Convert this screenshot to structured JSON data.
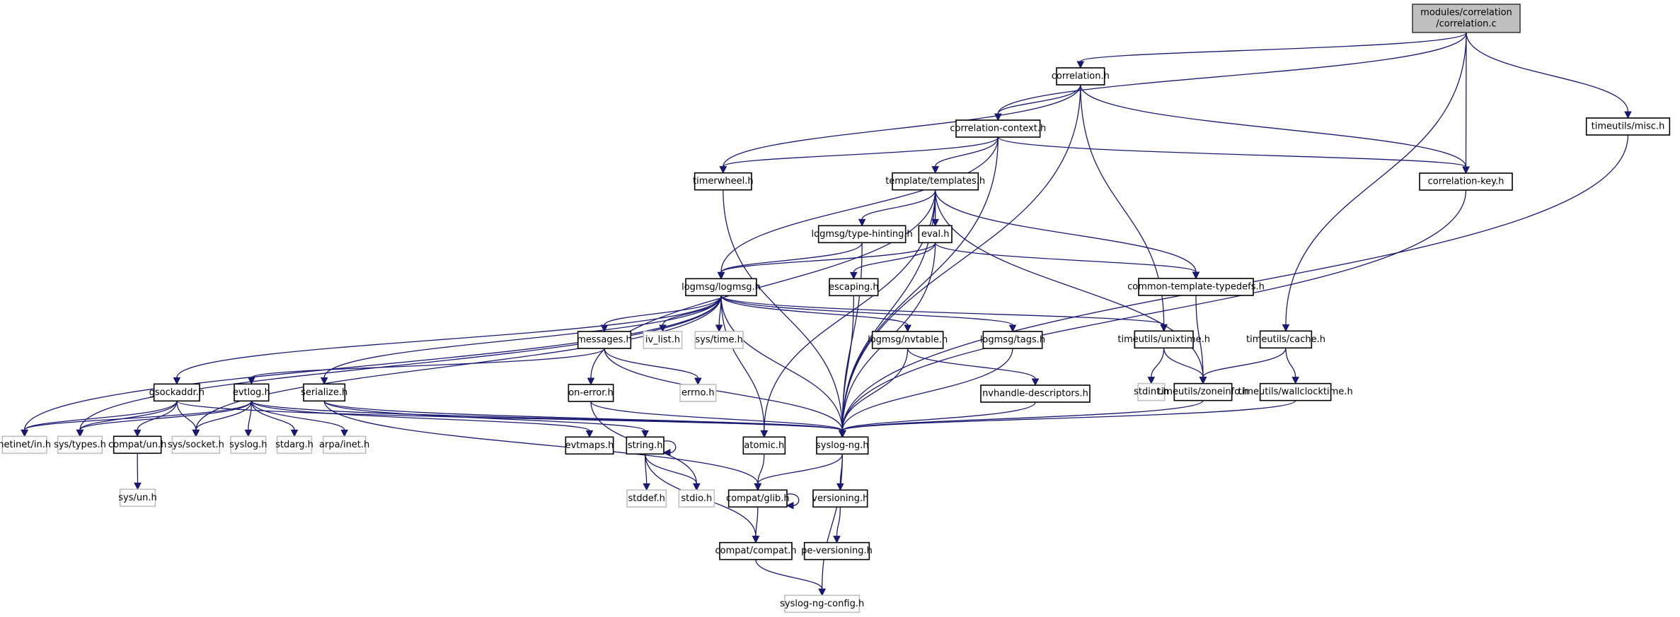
{
  "diagram": {
    "type": "include-dependency-graph",
    "colors": {
      "edge": "#191970",
      "root_fill": "#bfbfbf",
      "node_border": "#000000",
      "external_border": "#bfbfbf",
      "background": "#ffffff"
    },
    "nodes": [
      {
        "id": "root",
        "label": [
          "modules/correlation",
          "/correlation.c"
        ],
        "kind": "root"
      },
      {
        "id": "correlation_h",
        "label": [
          "correlation.h"
        ],
        "kind": "local"
      },
      {
        "id": "timeutils_misc",
        "label": [
          "timeutils/misc.h"
        ],
        "kind": "local"
      },
      {
        "id": "correlation_context",
        "label": [
          "correlation-context.h"
        ],
        "kind": "local"
      },
      {
        "id": "timerwheel",
        "label": [
          "timerwheel.h"
        ],
        "kind": "local"
      },
      {
        "id": "templates",
        "label": [
          "template/templates.h"
        ],
        "kind": "local"
      },
      {
        "id": "correlation_key",
        "label": [
          "correlation-key.h"
        ],
        "kind": "local"
      },
      {
        "id": "type_hinting",
        "label": [
          "logmsg/type-hinting.h"
        ],
        "kind": "local"
      },
      {
        "id": "eval",
        "label": [
          "eval.h"
        ],
        "kind": "local"
      },
      {
        "id": "logmsg",
        "label": [
          "logmsg/logmsg.h"
        ],
        "kind": "local"
      },
      {
        "id": "escaping",
        "label": [
          "escaping.h"
        ],
        "kind": "local"
      },
      {
        "id": "common_typedefs",
        "label": [
          "common-template-typedefs.h"
        ],
        "kind": "local"
      },
      {
        "id": "messages",
        "label": [
          "messages.h"
        ],
        "kind": "local"
      },
      {
        "id": "iv_list",
        "label": [
          "iv_list.h"
        ],
        "kind": "external"
      },
      {
        "id": "sys_time",
        "label": [
          "sys/time.h"
        ],
        "kind": "external"
      },
      {
        "id": "nvtable",
        "label": [
          "logmsg/nvtable.h"
        ],
        "kind": "local"
      },
      {
        "id": "tags",
        "label": [
          "logmsg/tags.h"
        ],
        "kind": "local"
      },
      {
        "id": "unixtime",
        "label": [
          "timeutils/unixtime.h"
        ],
        "kind": "local"
      },
      {
        "id": "cache",
        "label": [
          "timeutils/cache.h"
        ],
        "kind": "local"
      },
      {
        "id": "gsockaddr",
        "label": [
          "gsockaddr.h"
        ],
        "kind": "local"
      },
      {
        "id": "evtlog",
        "label": [
          "evtlog.h"
        ],
        "kind": "local"
      },
      {
        "id": "serialize",
        "label": [
          "serialize.h"
        ],
        "kind": "local"
      },
      {
        "id": "on_error",
        "label": [
          "on-error.h"
        ],
        "kind": "local"
      },
      {
        "id": "errno",
        "label": [
          "errno.h"
        ],
        "kind": "external"
      },
      {
        "id": "nvhandle",
        "label": [
          "nvhandle-descriptors.h"
        ],
        "kind": "local"
      },
      {
        "id": "stdint",
        "label": [
          "stdint.h"
        ],
        "kind": "external"
      },
      {
        "id": "zoneinfo",
        "label": [
          "timeutils/zoneinfo.h"
        ],
        "kind": "local"
      },
      {
        "id": "wallclock",
        "label": [
          "timeutils/wallclocktime.h"
        ],
        "kind": "local"
      },
      {
        "id": "netinet_in",
        "label": [
          "netinet/in.h"
        ],
        "kind": "external"
      },
      {
        "id": "sys_types",
        "label": [
          "sys/types.h"
        ],
        "kind": "external"
      },
      {
        "id": "compat_un",
        "label": [
          "compat/un.h"
        ],
        "kind": "local"
      },
      {
        "id": "sys_socket",
        "label": [
          "sys/socket.h"
        ],
        "kind": "external"
      },
      {
        "id": "syslog_h",
        "label": [
          "syslog.h"
        ],
        "kind": "external"
      },
      {
        "id": "stdarg",
        "label": [
          "stdarg.h"
        ],
        "kind": "external"
      },
      {
        "id": "arpa_inet",
        "label": [
          "arpa/inet.h"
        ],
        "kind": "external"
      },
      {
        "id": "evtmaps",
        "label": [
          "evtmaps.h"
        ],
        "kind": "local"
      },
      {
        "id": "string_h",
        "label": [
          "string.h"
        ],
        "kind": "local"
      },
      {
        "id": "atomic",
        "label": [
          "atomic.h"
        ],
        "kind": "local"
      },
      {
        "id": "syslog_ng",
        "label": [
          "syslog-ng.h"
        ],
        "kind": "local"
      },
      {
        "id": "sys_un",
        "label": [
          "sys/un.h"
        ],
        "kind": "external"
      },
      {
        "id": "stddef",
        "label": [
          "stddef.h"
        ],
        "kind": "external"
      },
      {
        "id": "stdio",
        "label": [
          "stdio.h"
        ],
        "kind": "external"
      },
      {
        "id": "glib",
        "label": [
          "compat/glib.h"
        ],
        "kind": "local"
      },
      {
        "id": "versioning",
        "label": [
          "versioning.h"
        ],
        "kind": "local"
      },
      {
        "id": "compat_compat",
        "label": [
          "compat/compat.h"
        ],
        "kind": "local"
      },
      {
        "id": "pe_versioning",
        "label": [
          "pe-versioning.h"
        ],
        "kind": "local"
      },
      {
        "id": "syslog_ng_config",
        "label": [
          "syslog-ng-config.h"
        ],
        "kind": "external"
      }
    ],
    "edges": [
      [
        "root",
        "correlation_h"
      ],
      [
        "root",
        "correlation_context"
      ],
      [
        "root",
        "correlation_key"
      ],
      [
        "root",
        "timeutils_misc"
      ],
      [
        "root",
        "cache"
      ],
      [
        "correlation_h",
        "correlation_context"
      ],
      [
        "correlation_h",
        "timerwheel"
      ],
      [
        "correlation_h",
        "correlation_key"
      ],
      [
        "correlation_h",
        "syslog_ng"
      ],
      [
        "correlation_h",
        "unixtime"
      ],
      [
        "correlation_context",
        "timerwheel"
      ],
      [
        "correlation_context",
        "templates"
      ],
      [
        "correlation_context",
        "correlation_key"
      ],
      [
        "correlation_context",
        "logmsg"
      ],
      [
        "correlation_context",
        "syslog_ng"
      ],
      [
        "timerwheel",
        "syslog_ng"
      ],
      [
        "timeutils_misc",
        "syslog_ng"
      ],
      [
        "correlation_key",
        "syslog_ng"
      ],
      [
        "templates",
        "type_hinting"
      ],
      [
        "templates",
        "eval"
      ],
      [
        "templates",
        "common_typedefs"
      ],
      [
        "templates",
        "zoneinfo"
      ],
      [
        "templates",
        "syslog_ng"
      ],
      [
        "templates",
        "on_error"
      ],
      [
        "templates",
        "atomic"
      ],
      [
        "type_hinting",
        "logmsg"
      ],
      [
        "type_hinting",
        "syslog_ng"
      ],
      [
        "eval",
        "logmsg"
      ],
      [
        "eval",
        "escaping"
      ],
      [
        "eval",
        "common_typedefs"
      ],
      [
        "eval",
        "syslog_ng"
      ],
      [
        "escaping",
        "syslog_ng"
      ],
      [
        "common_typedefs",
        "zoneinfo"
      ],
      [
        "logmsg",
        "messages"
      ],
      [
        "logmsg",
        "iv_list"
      ],
      [
        "logmsg",
        "sys_time"
      ],
      [
        "logmsg",
        "nvtable"
      ],
      [
        "logmsg",
        "tags"
      ],
      [
        "logmsg",
        "unixtime"
      ],
      [
        "logmsg",
        "gsockaddr"
      ],
      [
        "logmsg",
        "serialize"
      ],
      [
        "logmsg",
        "netinet_in"
      ],
      [
        "logmsg",
        "sys_types"
      ],
      [
        "logmsg",
        "sys_socket"
      ],
      [
        "logmsg",
        "syslog_ng"
      ],
      [
        "logmsg",
        "atomic"
      ],
      [
        "messages",
        "evtlog"
      ],
      [
        "messages",
        "errno"
      ],
      [
        "messages",
        "syslog_ng"
      ],
      [
        "nvtable",
        "nvhandle"
      ],
      [
        "nvtable",
        "syslog_ng"
      ],
      [
        "nvhandle",
        "syslog_ng"
      ],
      [
        "tags",
        "syslog_ng"
      ],
      [
        "unixtime",
        "stdint"
      ],
      [
        "unixtime",
        "zoneinfo"
      ],
      [
        "cache",
        "zoneinfo"
      ],
      [
        "cache",
        "wallclock"
      ],
      [
        "zoneinfo",
        "syslog_ng"
      ],
      [
        "wallclock",
        "syslog_ng"
      ],
      [
        "gsockaddr",
        "netinet_in"
      ],
      [
        "gsockaddr",
        "sys_types"
      ],
      [
        "gsockaddr",
        "compat_un"
      ],
      [
        "gsockaddr",
        "sys_socket"
      ],
      [
        "gsockaddr",
        "syslog_ng"
      ],
      [
        "evtlog",
        "netinet_in"
      ],
      [
        "evtlog",
        "sys_types"
      ],
      [
        "evtlog",
        "sys_socket"
      ],
      [
        "evtlog",
        "syslog_h"
      ],
      [
        "evtlog",
        "stdarg"
      ],
      [
        "evtlog",
        "arpa_inet"
      ],
      [
        "evtlog",
        "evtmaps"
      ],
      [
        "evtlog",
        "syslog_ng"
      ],
      [
        "serialize",
        "string_h"
      ],
      [
        "serialize",
        "syslog_ng"
      ],
      [
        "serialize",
        "glib"
      ],
      [
        "on_error",
        "syslog_ng"
      ],
      [
        "on_error",
        "stdio"
      ],
      [
        "compat_un",
        "sys_un"
      ],
      [
        "string_h",
        "string_h"
      ],
      [
        "string_h",
        "stddef"
      ],
      [
        "string_h",
        "stdio"
      ],
      [
        "string_h",
        "compat_compat"
      ],
      [
        "atomic",
        "glib"
      ],
      [
        "syslog_ng",
        "glib"
      ],
      [
        "syslog_ng",
        "versioning"
      ],
      [
        "syslog_ng",
        "syslog_ng_config"
      ],
      [
        "glib",
        "glib"
      ],
      [
        "glib",
        "compat_compat"
      ],
      [
        "versioning",
        "pe_versioning"
      ],
      [
        "compat_compat",
        "syslog_ng_config"
      ]
    ]
  }
}
